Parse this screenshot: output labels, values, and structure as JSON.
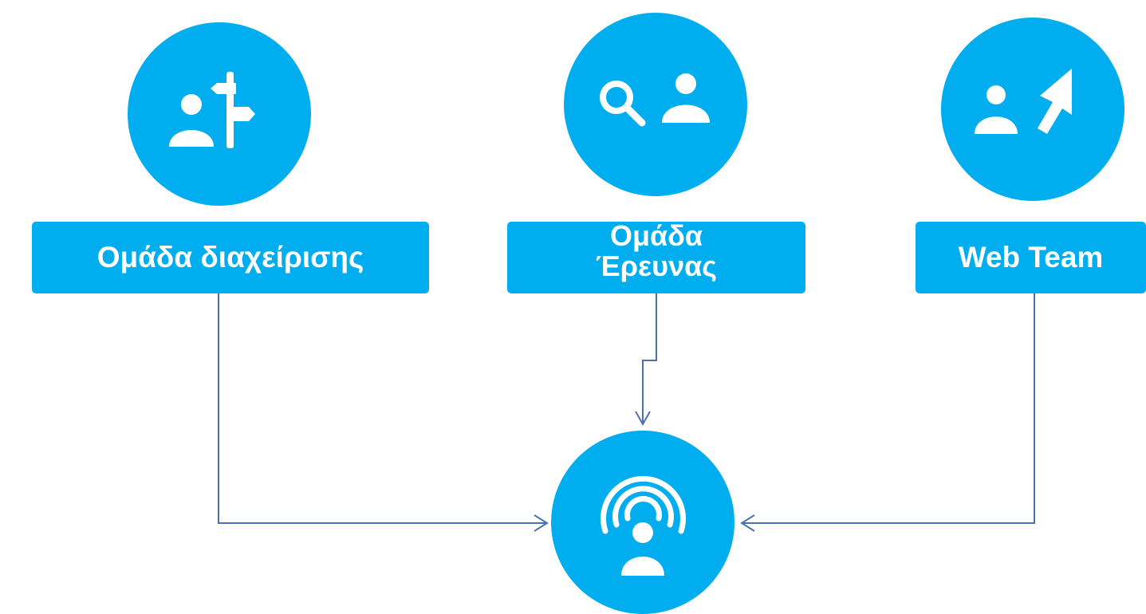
{
  "colors": {
    "node": "#00aeef",
    "connector": "#4a72b0",
    "icon": "#ffffff"
  },
  "nodes": [
    {
      "label": "Ομάδα διαχείρισης",
      "icon": "person-signpost-icon"
    },
    {
      "label_lines": [
        "Ομάδα",
        "Έρευνας"
      ],
      "icon": "search-person-icon"
    },
    {
      "label": "Web Team",
      "icon": "person-cursor-icon"
    }
  ],
  "target": {
    "icon": "person-broadcast-icon"
  }
}
